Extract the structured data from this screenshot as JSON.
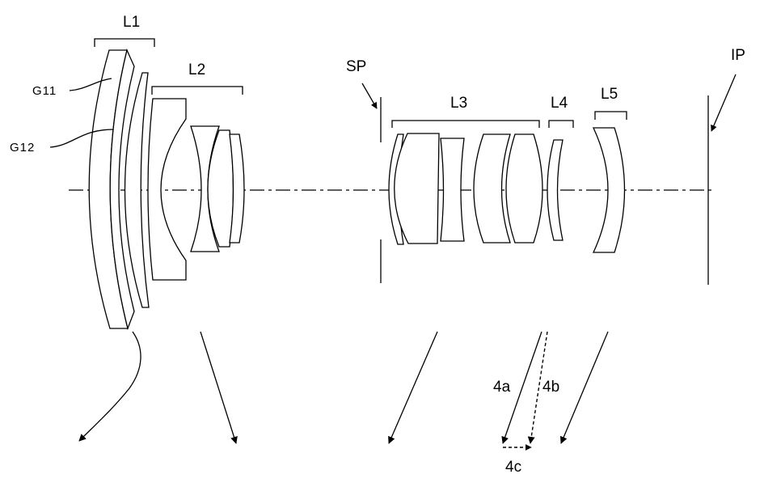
{
  "labels": {
    "L1": "L1",
    "L2": "L2",
    "L3": "L3",
    "L4": "L4",
    "L5": "L5",
    "G11": "G11",
    "G12": "G12",
    "SP": "SP",
    "IP": "IP",
    "arrow_4a": "4a",
    "arrow_4b": "4b",
    "arrow_4c": "4c"
  }
}
